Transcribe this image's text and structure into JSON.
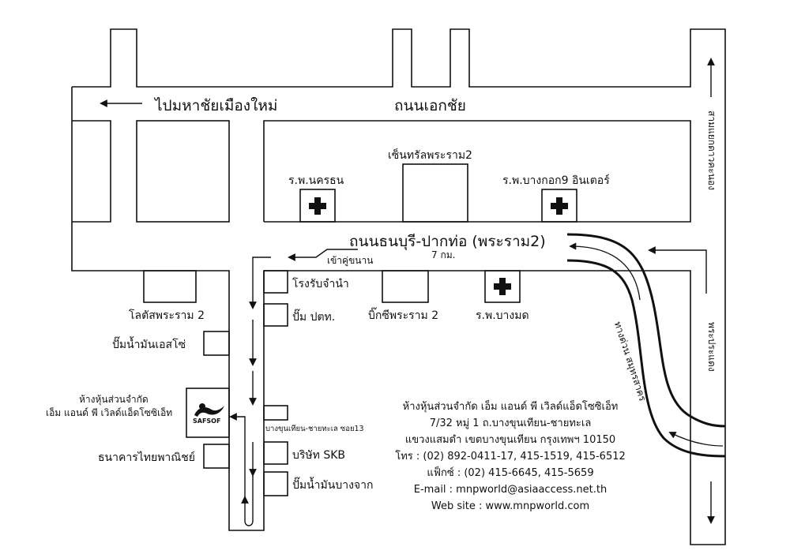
{
  "map": {
    "roads": {
      "top_road": "ถนนเอกชัย",
      "to_mahachai": "ไปมหาชัยเมืองใหม่",
      "main_road": "ถนนธนบุรี-ปากท่อ (พระราม2)",
      "distance": "7 กม.",
      "frontage_entry": "เข้าคู่ขนาน",
      "right_top": "สามแยกดาวคะนอง",
      "right_bottom": "พระประแดง",
      "expressway": "ทางด่วน สมุทรสาคร",
      "soi": "บางขุนเทียน-ชายทะเล ซอย13"
    },
    "landmarks": {
      "central": "เซ็นทรัลพระราม2",
      "nakornthon_hospital": "ร.พ.นครธน",
      "bangkok9_hospital": "ร.พ.บางกอก9 อินเตอร์",
      "pawn_shop": "โรงรับจำนำ",
      "ptt_station": "ปั๊ม ปตท.",
      "big_c": "บิ๊กซีพระราม 2",
      "bangmod_hospital": "ร.พ.บางมด",
      "lotus": "โลตัสพระราม 2",
      "esso_station": "ปั๊มน้ำมันเอสโซ่",
      "company_line1": "ห้างหุ้นส่วนจำกัด",
      "company_line2": "เอ็ม แอนด์ พี เวิลด์แอ็ดโซซิเอ็ท",
      "scb_bank": "ธนาคารไทยพาณิชย์",
      "skb_company": "บริษัท SKB",
      "bangchak_station": "ปั๊มน้ำมันบางจาก",
      "logo_text": "SAFSOF"
    }
  },
  "contact": {
    "name": "ห้างหุ้นส่วนจำกัด เอ็ม แอนด์ พี เวิลด์แอ็ดโซซิเอ็ท",
    "address1": "7/32 หมู่ 1 ถ.บางขุนเทียน-ชายทะเล",
    "address2": "แขวงแสมดำ เขตบางขุนเทียน กรุงเทพฯ 10150",
    "phone": "โทร : (02) 892-0411-17, 415-1519, 415-6512",
    "fax": "แฟ็กซ์ : (02) 415-6645, 415-5659",
    "email": "E-mail : mnpworld@asiaaccess.net.th",
    "website": "Web site : www.mnpworld.com"
  },
  "colors": {
    "ink": "#111111",
    "paper": "#ffffff"
  }
}
